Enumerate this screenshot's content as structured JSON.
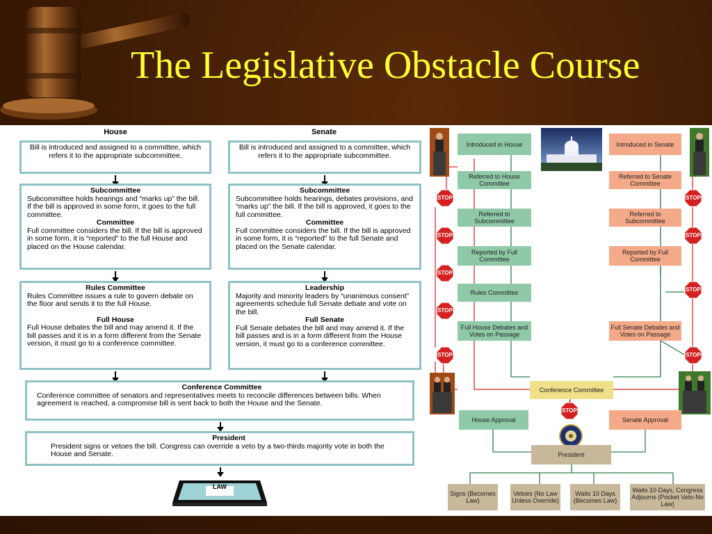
{
  "title": "The Legislative Obstacle Course",
  "left_chart": {
    "house_header": "House",
    "senate_header": "Senate",
    "house": {
      "intro": "Bill is introduced and assigned to a committee, which refers it to the appropriate subcommittee.",
      "sub_h": "Subcommittee",
      "sub_t": "Subcommittee holds hearings and “marks up” the bill. If the bill is approved in some form, it goes to the full committee.",
      "com_h": "Committee",
      "com_t": "Full committee considers the bill. If the bill is approved in some form, it is “reported” to the full House and placed on the House calendar.",
      "rules_h": "Rules Committee",
      "rules_t": "Rules Committee issues a rule to govern debate on the floor and sends it to the full House.",
      "full_h": "Full House",
      "full_t": "Full House debates the bill and may amend it. If the bill passes and it is in a form different from the Senate version, it must go to a conference committee."
    },
    "senate": {
      "intro": "Bill is introduced and assigned to a committee, which refers it to the appropriate subcommittee.",
      "sub_h": "Subcommittee",
      "sub_t": "Subcommittee holds hearings, debates provisions, and “marks up” the bill. If the bill is approved, it goes to the full committee.",
      "com_h": "Committee",
      "com_t": "Full committee considers the bill. If the bill is approved in some form, it is “reported” to the full Senate and placed on the Senate calendar.",
      "lead_h": "Leadership",
      "lead_t": "Majority and minority leaders by “unanimous consent” agreements schedule full Senate debate and vote on the bill.",
      "full_h": "Full Senate",
      "full_t": "Full Senate debates the bill and may amend it. If the bill passes and is in a form different from the House version, it must go to a conference committee."
    },
    "conf_h": "Conference Committee",
    "conf_t": "Conference committee of senators and representatives meets to reconcile differences between bills. When agreement is reached, a compromise bill is sent back to both the House and the Senate.",
    "pres_h": "President",
    "pres_t": "President signs or vetoes the bill. Congress can override a veto by a two-thirds majority vote in both the House and Senate.",
    "law": "LAW"
  },
  "right_chart": {
    "house_steps": [
      "Introduced in House",
      "Referred to House Committee",
      "Referred to Subcommittee",
      "Reported by Full Committee",
      "Rules Committee",
      "Full House Debates and Votes on Passage"
    ],
    "senate_steps": [
      "Introduced in Senate",
      "Referred to Senate Committee",
      "Referred to Subcommittee",
      "Reported by Full Committee",
      "Full Senate Debates and Votes on Passage"
    ],
    "conference": "Conference Committee",
    "house_approval": "House Approval",
    "senate_approval": "Senate Approval",
    "president": "President",
    "stop": "STOP",
    "outcomes": [
      "Signs (Becomes Law)",
      "Vetoes (No Law Unless Override)",
      "Waits 10 Days (Becomes Law)",
      "Waits 10 Days, Congress Adjourns (Pocket Veto-No Law)"
    ]
  },
  "colors": {
    "title": "#ffff33",
    "background": "#3d1b04",
    "box_border": "#8fc1c4",
    "green": "#8fc9a8",
    "orange": "#f4a989",
    "conference": "#f0e08a",
    "president": "#c8b89a",
    "stop": "#d42020"
  }
}
